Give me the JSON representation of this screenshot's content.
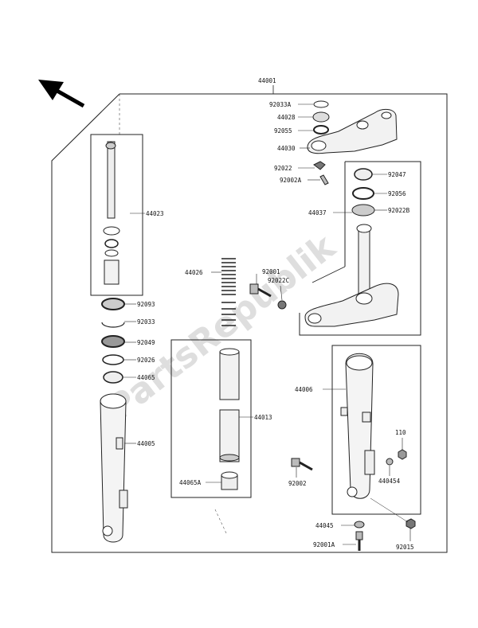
{
  "diagram": {
    "assembly_ref": "44001",
    "watermark": "PartsRepublik",
    "callouts": [
      "92033A",
      "44028",
      "92055",
      "44030",
      "92022",
      "92002A",
      "92047",
      "92056",
      "92022B",
      "44037",
      "44023",
      "44026",
      "92001",
      "92022C",
      "92093",
      "92033",
      "92049",
      "92026",
      "44065",
      "44005",
      "44013",
      "44065A",
      "44006",
      "110",
      "440454",
      "92002",
      "44045",
      "92015",
      "92001A"
    ]
  }
}
